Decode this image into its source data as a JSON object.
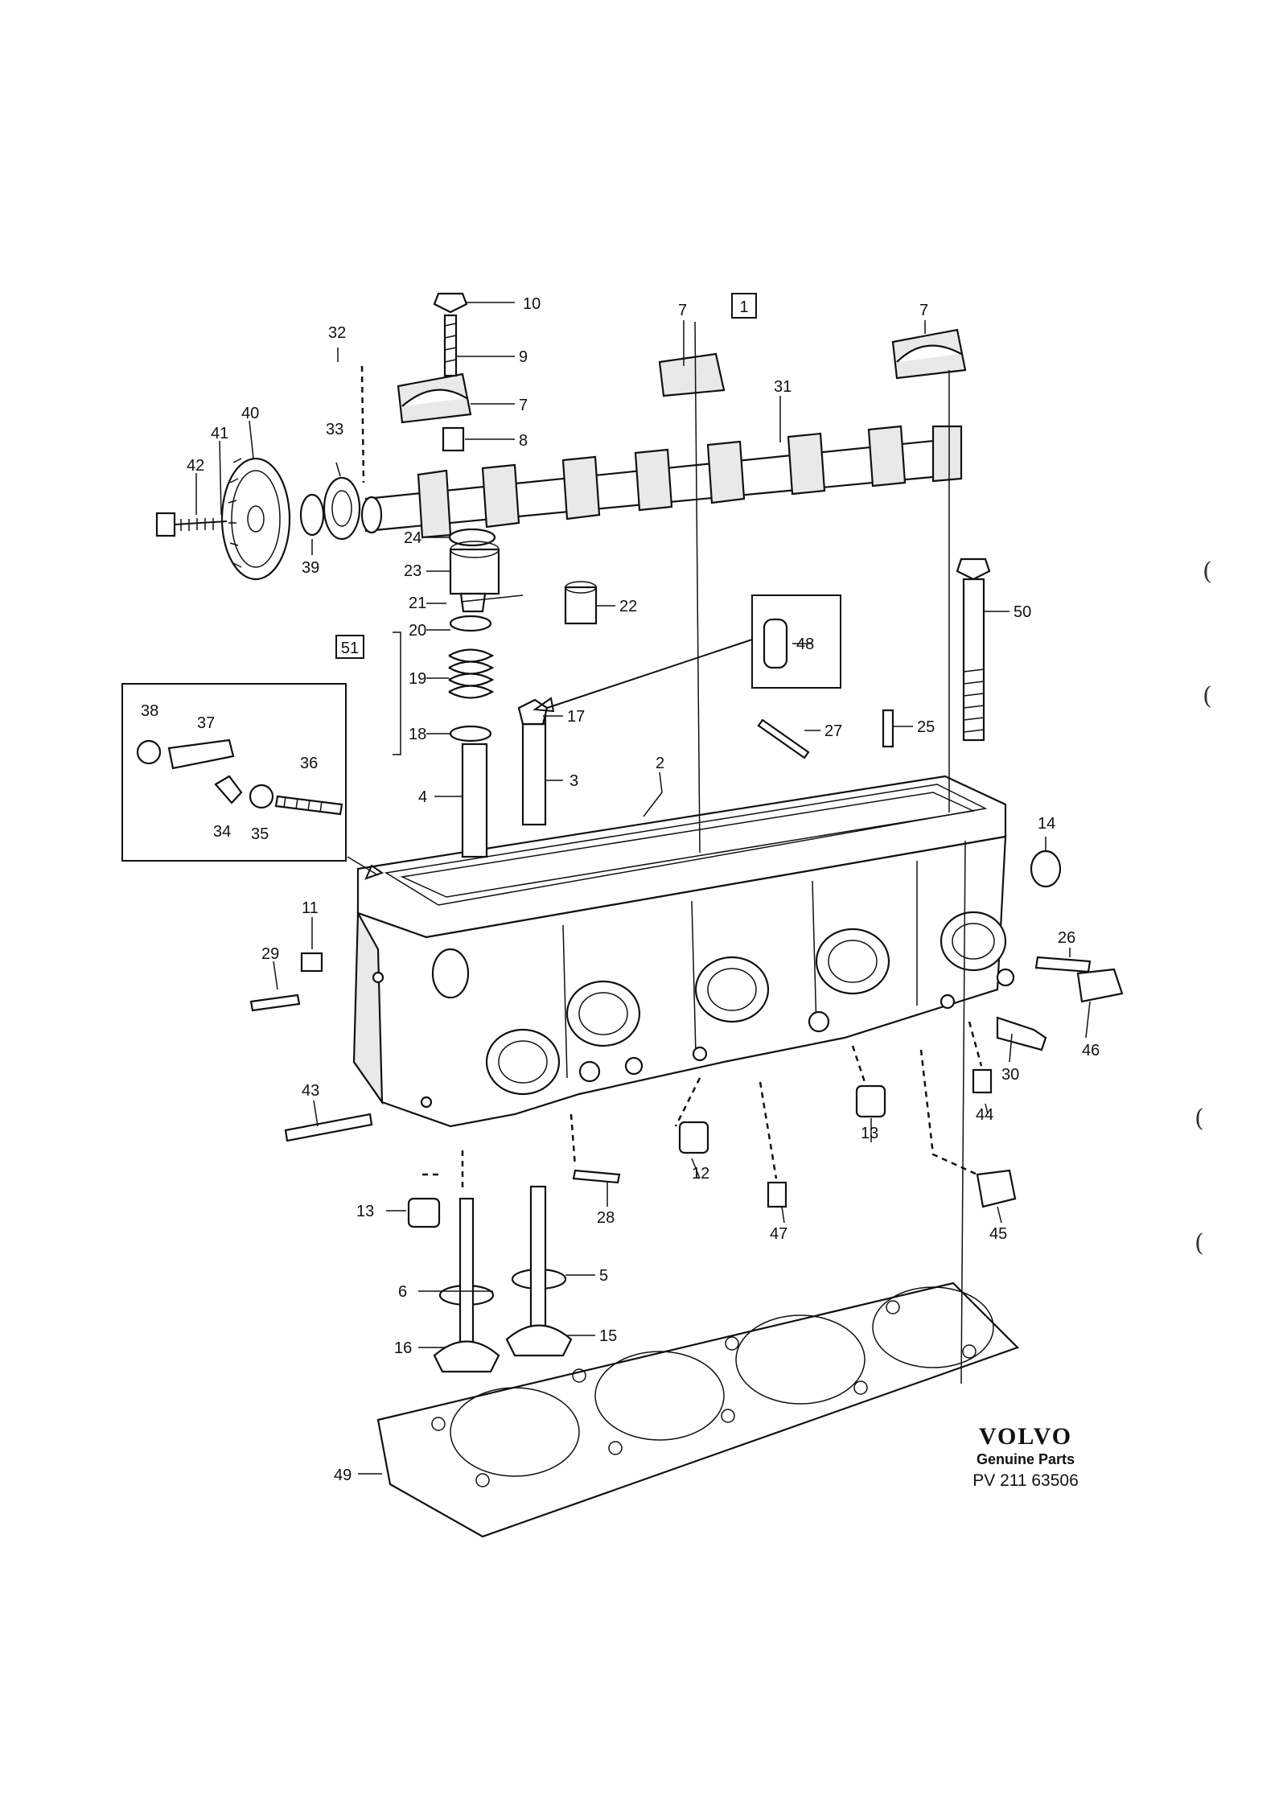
{
  "diagram": {
    "callouts": [
      {
        "id": "p10",
        "text": "10"
      },
      {
        "id": "p9",
        "text": "9"
      },
      {
        "id": "p7a",
        "text": "7"
      },
      {
        "id": "p8",
        "text": "8"
      },
      {
        "id": "p32",
        "text": "32"
      },
      {
        "id": "p40",
        "text": "40"
      },
      {
        "id": "p41",
        "text": "41"
      },
      {
        "id": "p42",
        "text": "42"
      },
      {
        "id": "p33",
        "text": "33"
      },
      {
        "id": "p39",
        "text": "39"
      },
      {
        "id": "p7b",
        "text": "7"
      },
      {
        "id": "p7c",
        "text": "7"
      },
      {
        "id": "p31",
        "text": "31"
      },
      {
        "id": "p24",
        "text": "24"
      },
      {
        "id": "p23",
        "text": "23"
      },
      {
        "id": "p21",
        "text": "21"
      },
      {
        "id": "p22",
        "text": "22"
      },
      {
        "id": "p20",
        "text": "20"
      },
      {
        "id": "p19",
        "text": "19"
      },
      {
        "id": "p18",
        "text": "18"
      },
      {
        "id": "p17",
        "text": "17"
      },
      {
        "id": "p48",
        "text": "48"
      },
      {
        "id": "p50",
        "text": "50"
      },
      {
        "id": "p27",
        "text": "27"
      },
      {
        "id": "p25",
        "text": "25"
      },
      {
        "id": "p4",
        "text": "4"
      },
      {
        "id": "p3",
        "text": "3"
      },
      {
        "id": "p2",
        "text": "2"
      },
      {
        "id": "p38",
        "text": "38"
      },
      {
        "id": "p37",
        "text": "37"
      },
      {
        "id": "p36",
        "text": "36"
      },
      {
        "id": "p34",
        "text": "34"
      },
      {
        "id": "p35",
        "text": "35"
      },
      {
        "id": "p14",
        "text": "14"
      },
      {
        "id": "p11",
        "text": "11"
      },
      {
        "id": "p29",
        "text": "29"
      },
      {
        "id": "p26",
        "text": "26"
      },
      {
        "id": "p46",
        "text": "46"
      },
      {
        "id": "p30",
        "text": "30"
      },
      {
        "id": "p43",
        "text": "43"
      },
      {
        "id": "p12",
        "text": "12"
      },
      {
        "id": "p13a",
        "text": "13"
      },
      {
        "id": "p44",
        "text": "44"
      },
      {
        "id": "p28",
        "text": "28"
      },
      {
        "id": "p47",
        "text": "47"
      },
      {
        "id": "p45",
        "text": "45"
      },
      {
        "id": "p13b",
        "text": "13"
      },
      {
        "id": "p5",
        "text": "5"
      },
      {
        "id": "p6",
        "text": "6"
      },
      {
        "id": "p15",
        "text": "15"
      },
      {
        "id": "p16",
        "text": "16"
      },
      {
        "id": "p49",
        "text": "49"
      }
    ],
    "boxed_labels": [
      {
        "id": "b1",
        "text": "1"
      },
      {
        "id": "b51",
        "text": "51"
      }
    ]
  },
  "branding": {
    "logo_text": "VOLVO",
    "subtitle": "Genuine Parts",
    "code": "PV 211 63506"
  },
  "margin_marks": [
    "(",
    "(",
    "(",
    "("
  ]
}
